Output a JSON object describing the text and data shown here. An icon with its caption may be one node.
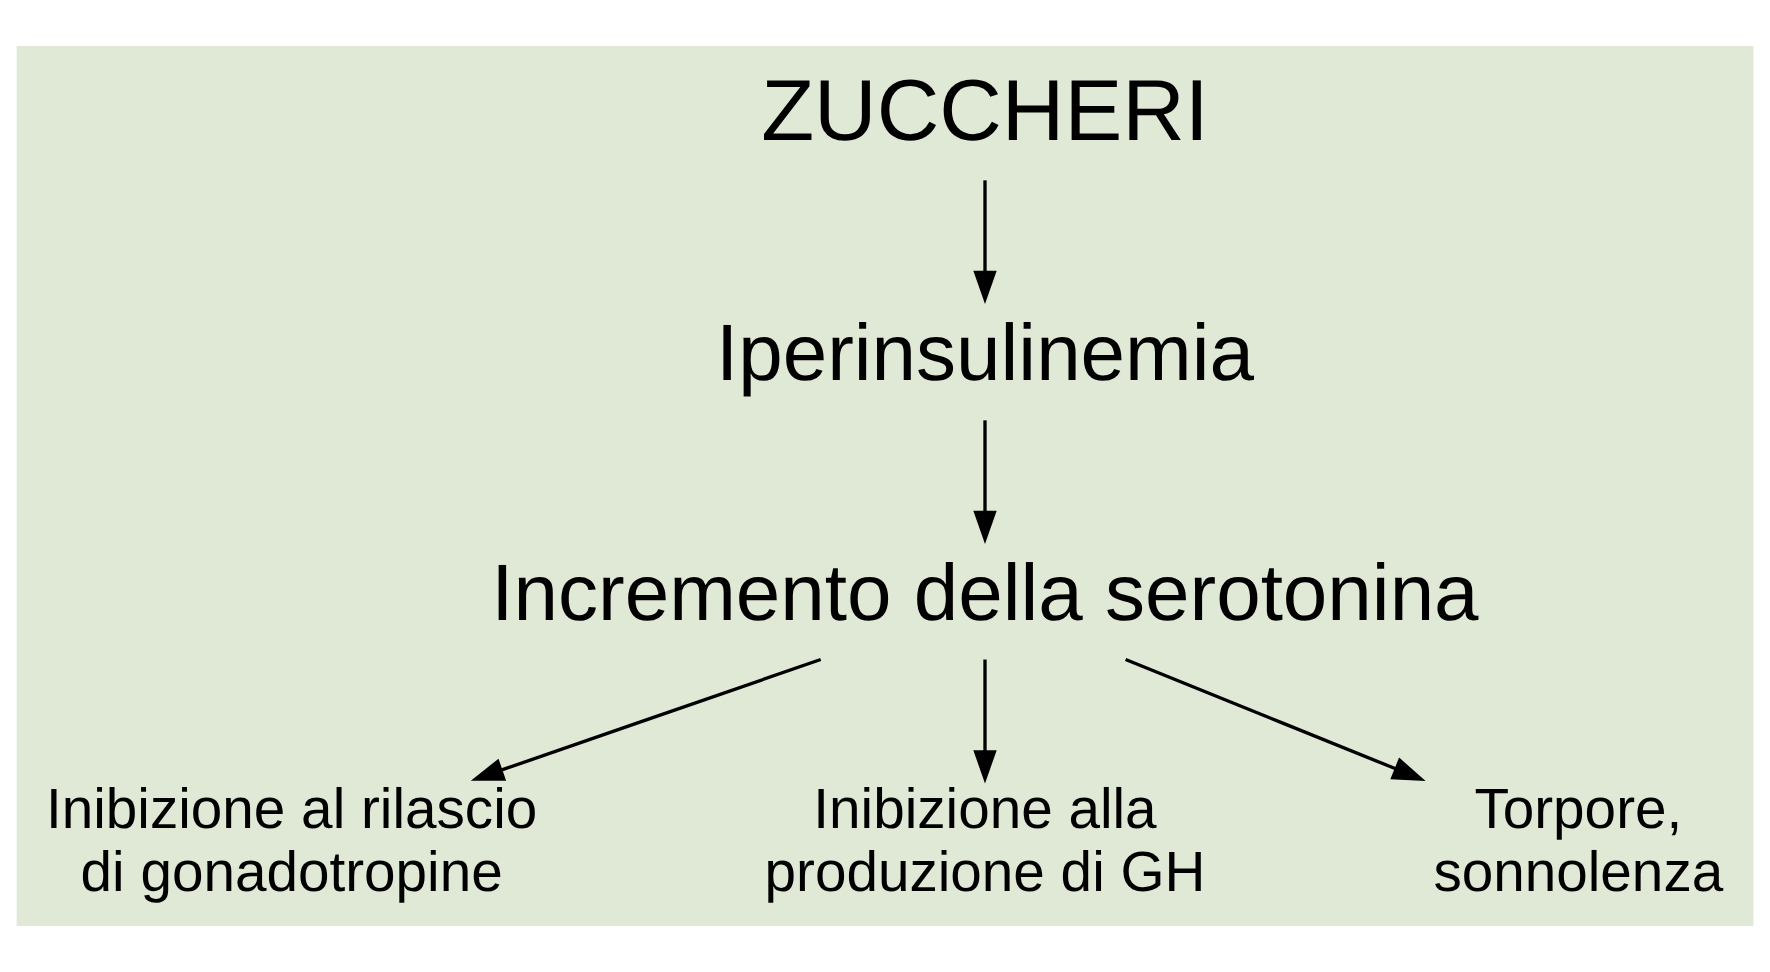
{
  "diagram": {
    "nodes": [
      {
        "text": [
          "ZUCCHERI"
        ]
      },
      {
        "text": [
          "Iperinsulinemia"
        ]
      },
      {
        "text": [
          "Incremento della serotonina"
        ]
      },
      {
        "text": [
          "Inibizione al rilascio di gonadotropine"
        ]
      },
      {
        "text": [
          "Inibizione alla produzione di GH"
        ]
      },
      {
        "text": [
          "Torpore, sonnolenza"
        ]
      }
    ],
    "edges": [
      {
        "from": 0,
        "to": 1,
        "arrow": "to"
      },
      {
        "from": 1,
        "to": 2,
        "arrow": "to"
      },
      {
        "from": 2,
        "to": 3,
        "arrow": "to"
      },
      {
        "from": 2,
        "to": 4,
        "arrow": "to"
      },
      {
        "from": 2,
        "to": 5,
        "arrow": "to"
      }
    ]
  }
}
